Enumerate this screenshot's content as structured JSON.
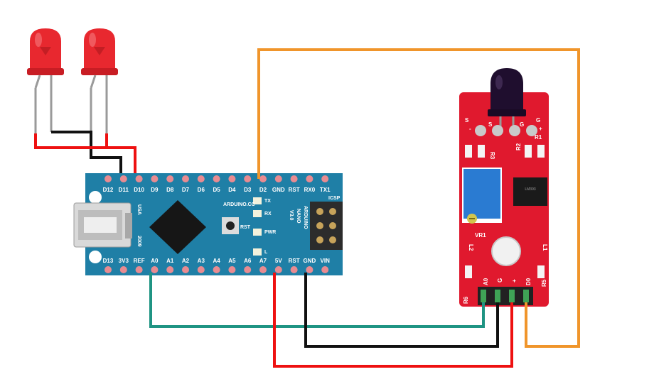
{
  "colors": {
    "board_blue": "#1f7fa6",
    "module_red": "#e0192e",
    "led_red": "#e8282f",
    "wire_black": "#111111",
    "wire_red": "#ee1111",
    "wire_orange": "#f0952b",
    "wire_teal": "#1f9483",
    "pin_pad": "#e98b91"
  },
  "arduino": {
    "brand": "ARDUINO.CC",
    "model_line1": "ARDUINO",
    "model_line2": "NANO",
    "model_line3": "V3.0",
    "usa": "USA",
    "year": "2009",
    "rst_button": "RST",
    "icsp": "ICSP",
    "leds": [
      "TX",
      "RX",
      "PWR",
      "L"
    ],
    "top_pins": [
      "D12",
      "D11",
      "D10",
      "D9",
      "D8",
      "D7",
      "D6",
      "D5",
      "D4",
      "D3",
      "D2",
      "GND",
      "RST",
      "RX0",
      "TX1"
    ],
    "bottom_pins": [
      "D13",
      "3V3",
      "REF",
      "A0",
      "A1",
      "A2",
      "A3",
      "A4",
      "A5",
      "A6",
      "A7",
      "5V",
      "RST",
      "GND",
      "VIN"
    ]
  },
  "sensor_module": {
    "top_left": "S",
    "top_left_sub": "-",
    "top_right": "G",
    "top_right_sub": "+",
    "header_s": "S",
    "header_g": "G",
    "r1": "R1",
    "r2": "R2",
    "r3": "R3",
    "vr1": "VR1",
    "l1": "L1",
    "l2": "L2",
    "r5": "R5",
    "r6": "R6",
    "pin_a0": "A0",
    "pin_g": "G",
    "pin_plus": "+",
    "pin_d0": "D0",
    "chip_text": "LM393"
  },
  "icons": [
    "led-icon",
    "flame-sensor-icon",
    "potentiometer-icon",
    "usb-connector-icon",
    "chip-icon"
  ]
}
